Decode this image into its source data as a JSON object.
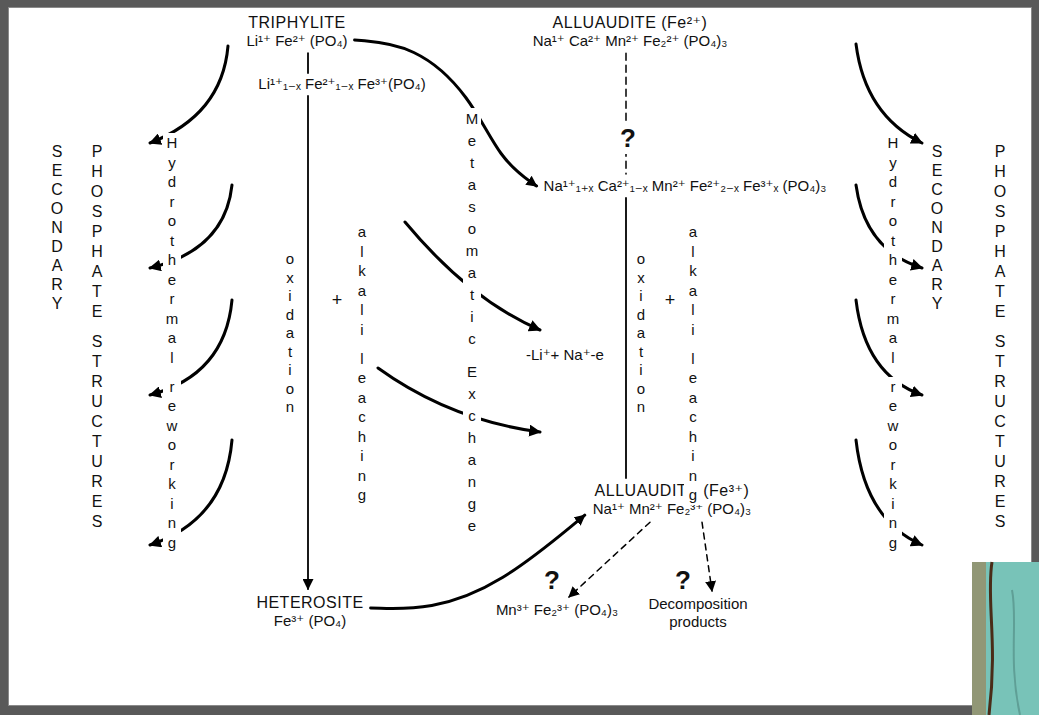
{
  "diagram": {
    "nodes": [
      {
        "text": [
          "TRIPHYLITE",
          "Li¹⁺ Fe²⁺ (PO₄)"
        ]
      },
      {
        "text": [
          "ALLUAUDITE (Fe²⁺)",
          "Na¹⁺ Ca²⁺ Mn²⁺ Fe₂²⁺ (PO₄)₃"
        ]
      },
      {
        "text": [
          "Li¹⁺₁₋ₓ Fe²⁺₁₋ₓ Fe³⁺(PO₄)"
        ]
      },
      {
        "text": [
          "Na¹⁺₁₊ₓ Ca²⁺₁₋ₓ Mn²⁺ Fe²⁺₂₋ₓ Fe³⁺ₓ (PO₄)₃"
        ]
      },
      {
        "text": [
          "HETEROSITE",
          "Fe³⁺ (PO₄)"
        ]
      },
      {
        "text": [
          "ALLUAUDITE (Fe³⁺)",
          "Na¹⁺ Mn²⁺ Fe₂³⁺ (PO₄)₃"
        ]
      },
      {
        "text": [
          "Mn³⁺ Fe₂³⁺ (PO₄)₃"
        ]
      },
      {
        "text": [
          "Decomposition products"
        ]
      }
    ],
    "edges": [
      {
        "from": 0,
        "to": 2,
        "arrow": "none"
      },
      {
        "from": 2,
        "to": 4,
        "arrow": "to"
      },
      {
        "from": 0,
        "to": 3,
        "arrow": "to"
      },
      {
        "from": 4,
        "to": 5,
        "arrow": "to"
      },
      {
        "from": 1,
        "to": 3,
        "arrow": "none"
      },
      {
        "from": 3,
        "to": 5,
        "arrow": "none"
      },
      {
        "from": 5,
        "to": 6,
        "arrow": "to"
      },
      {
        "from": 5,
        "to": 7,
        "arrow": "to"
      }
    ],
    "labels": [
      "SECONDARY",
      "PHOSPHATE STRUCTURES",
      "Hydrothermal reworking",
      "oxidation",
      "+",
      "alkali leaching",
      "Metasomatic Exchange",
      "-Li⁺+ Na⁺-e",
      "?",
      "oxidation",
      "+",
      "alkali leaching",
      "?",
      "?",
      "Hydrothermal reworking",
      "SECONDARY",
      "PHOSPHATE STRUCTURES"
    ]
  }
}
